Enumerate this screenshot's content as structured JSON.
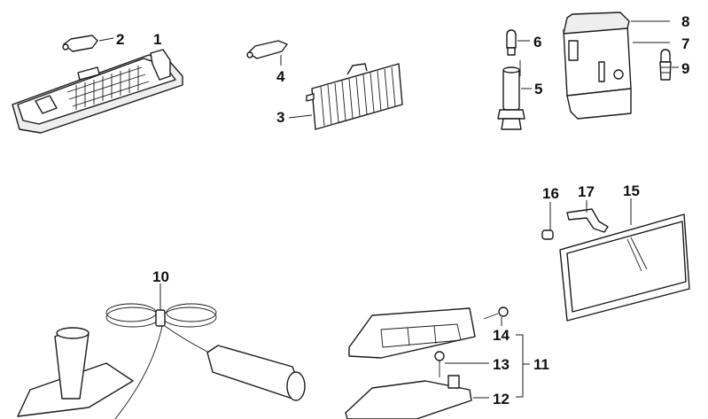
{
  "diagram": {
    "title": "Exploded parts diagram - lamps and accessories",
    "callouts": [
      {
        "id": "1",
        "label": "1",
        "part": "interior-lamp-housing"
      },
      {
        "id": "2",
        "label": "2",
        "part": "festoon-bulb"
      },
      {
        "id": "3",
        "label": "3",
        "part": "lamp-lens"
      },
      {
        "id": "4",
        "label": "4",
        "part": "festoon-bulb"
      },
      {
        "id": "5",
        "label": "5",
        "part": "bulb-socket"
      },
      {
        "id": "6",
        "label": "6",
        "part": "bayonet-bulb"
      },
      {
        "id": "7",
        "label": "7",
        "part": "flashlight-housing"
      },
      {
        "id": "8",
        "label": "8",
        "part": "flashlight-lens-cap"
      },
      {
        "id": "9",
        "label": "9",
        "part": "screw-bulb"
      },
      {
        "id": "10",
        "label": "10",
        "part": "inspection-lamp-with-cable"
      },
      {
        "id": "11",
        "label": "11",
        "part": "third-brake-light-assembly"
      },
      {
        "id": "12",
        "label": "12",
        "part": "bulb-carrier"
      },
      {
        "id": "13",
        "label": "13",
        "part": "screw"
      },
      {
        "id": "14",
        "label": "14",
        "part": "screw"
      },
      {
        "id": "15",
        "label": "15",
        "part": "reversing-light"
      },
      {
        "id": "16",
        "label": "16",
        "part": "bulb"
      },
      {
        "id": "17",
        "label": "17",
        "part": "bracket"
      }
    ]
  }
}
